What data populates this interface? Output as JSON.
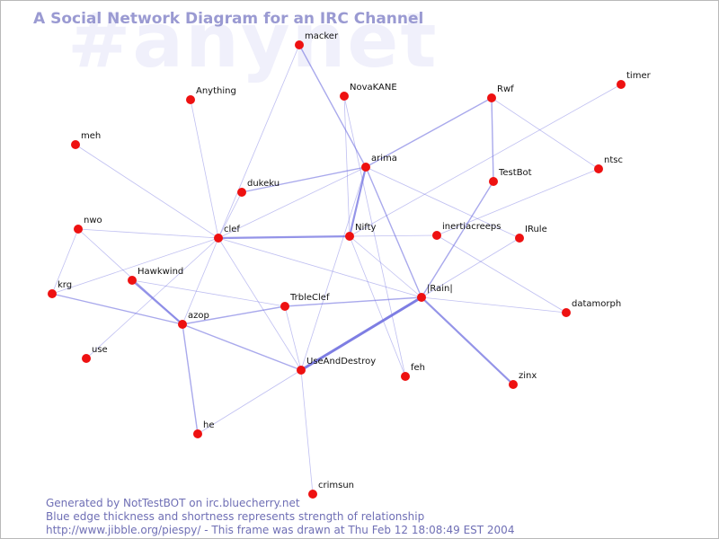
{
  "diagram": {
    "watermark": "#anynet",
    "title": "A Social Network Diagram for an IRC Channel",
    "footer": {
      "line1": "Generated by NotTestBOT on irc.bluecherry.net",
      "line2": "Blue edge thickness and shortness represents strength of relationship",
      "line3": "http://www.jibble.org/piespy/ - This frame was drawn at Thu Feb 12 18:08:49 EST 2004"
    },
    "colors": {
      "node": "#ee1111",
      "edge": "#7070e0",
      "title": "#9a9ad2",
      "watermark": "#f0f0fb"
    },
    "nodes": [
      "macker",
      "Anything",
      "NovaKANE",
      "Rwf",
      "timer",
      "meh",
      "arima",
      "ntsc",
      "dukeku",
      "TestBot",
      "nwo",
      "clef",
      "Nifty",
      "inertiacreeps",
      "IRule",
      "Hawkwind",
      "krg",
      "TrbleClef",
      "|Rain|",
      "azop",
      "datamorph",
      "use",
      "UseAndDestroy",
      "feh",
      "zinx",
      "he",
      "crimsun"
    ],
    "edges": [
      {
        "from": "macker",
        "to": "clef",
        "strength": 1
      },
      {
        "from": "macker",
        "to": "arima",
        "strength": 2
      },
      {
        "from": "Anything",
        "to": "clef",
        "strength": 1
      },
      {
        "from": "NovaKANE",
        "to": "Nifty",
        "strength": 1
      },
      {
        "from": "NovaKANE",
        "to": "feh",
        "strength": 1
      },
      {
        "from": "Rwf",
        "to": "arima",
        "strength": 2
      },
      {
        "from": "Rwf",
        "to": "TestBot",
        "strength": 2
      },
      {
        "from": "Rwf",
        "to": "ntsc",
        "strength": 1
      },
      {
        "from": "timer",
        "to": "Nifty",
        "strength": 1
      },
      {
        "from": "meh",
        "to": "clef",
        "strength": 1
      },
      {
        "from": "arima",
        "to": "dukeku",
        "strength": 2
      },
      {
        "from": "arima",
        "to": "clef",
        "strength": 1
      },
      {
        "from": "arima",
        "to": "Nifty",
        "strength": 3
      },
      {
        "from": "arima",
        "to": "|Rain|",
        "strength": 2
      },
      {
        "from": "arima",
        "to": "IRule",
        "strength": 1
      },
      {
        "from": "arima",
        "to": "UseAndDestroy",
        "strength": 1
      },
      {
        "from": "ntsc",
        "to": "inertiacreeps",
        "strength": 1
      },
      {
        "from": "TestBot",
        "to": "|Rain|",
        "strength": 2
      },
      {
        "from": "dukeku",
        "to": "clef",
        "strength": 1
      },
      {
        "from": "nwo",
        "to": "clef",
        "strength": 1
      },
      {
        "from": "nwo",
        "to": "krg",
        "strength": 1
      },
      {
        "from": "nwo",
        "to": "azop",
        "strength": 1
      },
      {
        "from": "clef",
        "to": "Nifty",
        "strength": 3
      },
      {
        "from": "clef",
        "to": "krg",
        "strength": 1
      },
      {
        "from": "clef",
        "to": "azop",
        "strength": 1
      },
      {
        "from": "clef",
        "to": "use",
        "strength": 1
      },
      {
        "from": "clef",
        "to": "UseAndDestroy",
        "strength": 1
      },
      {
        "from": "clef",
        "to": "|Rain|",
        "strength": 1
      },
      {
        "from": "Nifty",
        "to": "inertiacreeps",
        "strength": 1
      },
      {
        "from": "Nifty",
        "to": "|Rain|",
        "strength": 1
      },
      {
        "from": "Nifty",
        "to": "feh",
        "strength": 1
      },
      {
        "from": "inertiacreeps",
        "to": "datamorph",
        "strength": 1
      },
      {
        "from": "IRule",
        "to": "|Rain|",
        "strength": 1
      },
      {
        "from": "Hawkwind",
        "to": "azop",
        "strength": 3
      },
      {
        "from": "Hawkwind",
        "to": "TrbleClef",
        "strength": 1
      },
      {
        "from": "krg",
        "to": "azop",
        "strength": 2
      },
      {
        "from": "TrbleClef",
        "to": "azop",
        "strength": 2
      },
      {
        "from": "TrbleClef",
        "to": "|Rain|",
        "strength": 2
      },
      {
        "from": "TrbleClef",
        "to": "UseAndDestroy",
        "strength": 1
      },
      {
        "from": "|Rain|",
        "to": "UseAndDestroy",
        "strength": 4
      },
      {
        "from": "|Rain|",
        "to": "zinx",
        "strength": 3
      },
      {
        "from": "|Rain|",
        "to": "datamorph",
        "strength": 1
      },
      {
        "from": "azop",
        "to": "UseAndDestroy",
        "strength": 2
      },
      {
        "from": "azop",
        "to": "he",
        "strength": 2
      },
      {
        "from": "UseAndDestroy",
        "to": "he",
        "strength": 1
      },
      {
        "from": "UseAndDestroy",
        "to": "crimsun",
        "strength": 1
      }
    ]
  }
}
